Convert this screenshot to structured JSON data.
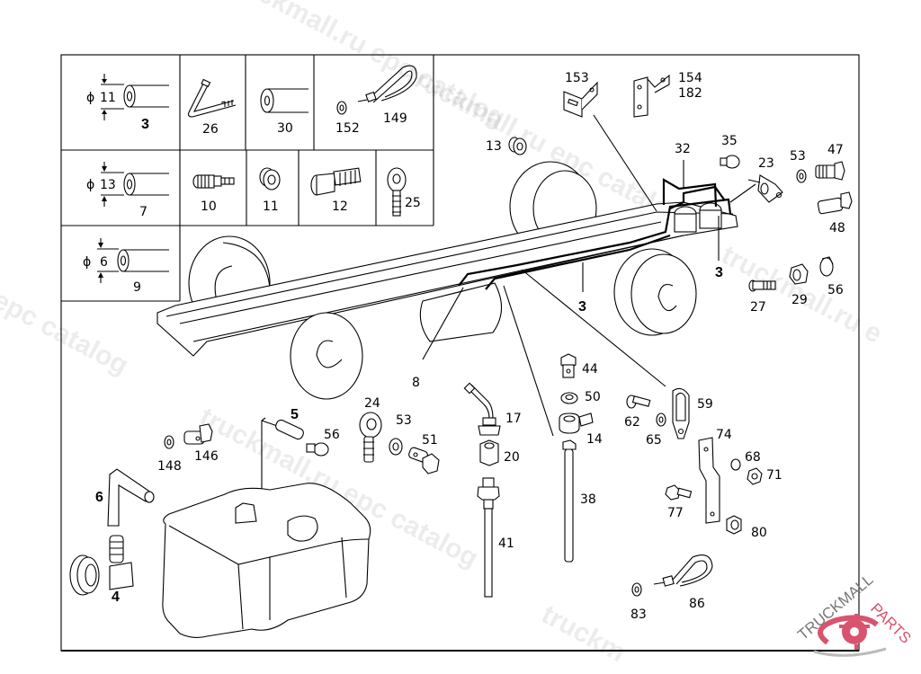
{
  "diagram": {
    "title": "Fuel tank and fuel lines exploded parts diagram",
    "legend_cells": [
      {
        "id": "3",
        "diameter_symbol": "ϕ",
        "diameter": "11",
        "part": "3"
      },
      {
        "id": "7",
        "diameter_symbol": "ϕ",
        "diameter": "13",
        "part": "7"
      },
      {
        "id": "9",
        "diameter_symbol": "ϕ",
        "diameter": "6",
        "part": "9"
      },
      {
        "id": "26",
        "part": "26"
      },
      {
        "id": "30",
        "part": "30"
      },
      {
        "id": "152",
        "part": "152"
      },
      {
        "id": "149",
        "part": "149"
      },
      {
        "id": "10",
        "part": "10"
      },
      {
        "id": "11",
        "part": "11"
      },
      {
        "id": "12",
        "part": "12"
      },
      {
        "id": "25",
        "part": "25"
      }
    ],
    "callouts": {
      "p153": "153",
      "p154_182": "154\n182",
      "p154": "154",
      "p182": "182",
      "p13": "13",
      "p32": "32",
      "p35": "35",
      "p23": "23",
      "p53a": "53",
      "p47": "47",
      "p48": "48",
      "p3a": "3",
      "p3b": "3",
      "p27": "27",
      "p29": "29",
      "p56a": "56",
      "p8": "8",
      "p44": "44",
      "p50": "50",
      "p14": "14",
      "p59": "59",
      "p62": "62",
      "p65": "65",
      "p74": "74",
      "p68": "68",
      "p71": "71",
      "p77": "77",
      "p80": "80",
      "p83": "83",
      "p86": "86",
      "p17": "17",
      "p20": "20",
      "p41": "41",
      "p38": "38",
      "p24": "24",
      "p53b": "53",
      "p51": "51",
      "p5": "5",
      "p56b": "56",
      "p148": "148",
      "p146": "146",
      "p6": "6",
      "p4": "4"
    }
  },
  "watermarks": [
    "truckmall.ru epc catalog",
    "truckmall.ru epc catalog",
    "truckmall.ru epc catalog",
    "epc catalog",
    "truckmall.ru e"
  ],
  "brand": {
    "text_gray": "TRUCKMALL",
    "text_pink": "PARTS",
    "accent": "#d9536f"
  }
}
